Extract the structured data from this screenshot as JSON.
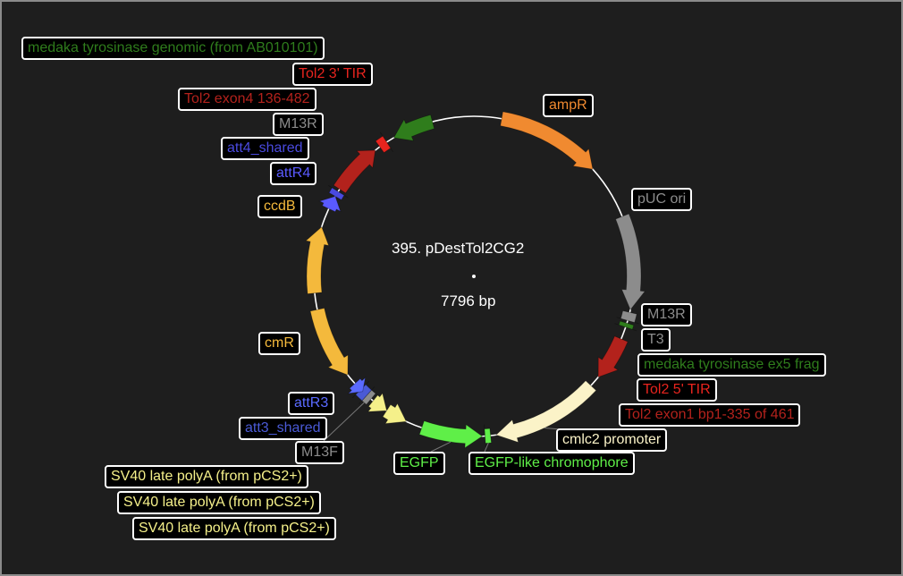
{
  "plasmid": {
    "name": "395. pDestTol2CG2",
    "size_label": "7796 bp"
  },
  "features": [
    {
      "key": "medaka-tyrosinase-genomic",
      "label": "medaka tyrosinase genomic (from AB010101)",
      "color": "#2f7d1c"
    },
    {
      "key": "tol2-3-tir",
      "label": "Tol2 3' TIR",
      "color": "#e8241e"
    },
    {
      "key": "tol2-exon4",
      "label": "Tol2 exon4 136-482",
      "color": "#b3221c"
    },
    {
      "key": "m13r-top",
      "label": "M13R",
      "color": "#8c8c8c"
    },
    {
      "key": "att4-shared",
      "label": "att4_shared",
      "color": "#4a4adf"
    },
    {
      "key": "attr4",
      "label": "attR4",
      "color": "#5a5aff"
    },
    {
      "key": "ccdb",
      "label": "ccdB",
      "color": "#f4b93c"
    },
    {
      "key": "cmr",
      "label": "cmR",
      "color": "#f4b93c"
    },
    {
      "key": "attr3",
      "label": "attR3",
      "color": "#5a6aff"
    },
    {
      "key": "att3-shared",
      "label": "att3_shared",
      "color": "#4a5ad6"
    },
    {
      "key": "m13f",
      "label": "M13F",
      "color": "#8c8c8c"
    },
    {
      "key": "sv40-1",
      "label": "SV40 late polyA (from pCS2+)",
      "color": "#f5f08a"
    },
    {
      "key": "sv40-2",
      "label": "SV40 late polyA (from pCS2+)",
      "color": "#f5f08a"
    },
    {
      "key": "sv40-3",
      "label": "SV40 late polyA (from pCS2+)",
      "color": "#f5f08a"
    },
    {
      "key": "egfp",
      "label": "EGFP",
      "color": "#5fef48"
    },
    {
      "key": "egfp-like",
      "label": "EGFP-like chromophore",
      "color": "#5fef48"
    },
    {
      "key": "cmlc2",
      "label": "cmlc2 promoter",
      "color": "#fbf3c8"
    },
    {
      "key": "tol2-exon1",
      "label": "Tol2 exon1 bp1-335 of 461",
      "color": "#b3221c"
    },
    {
      "key": "tol2-5-tir",
      "label": "Tol2 5' TIR",
      "color": "#e8241e"
    },
    {
      "key": "medaka-ex5",
      "label": "medaka tyrosinase ex5 frag",
      "color": "#2f7d1c"
    },
    {
      "key": "t3",
      "label": "T3",
      "color": "#8c8c8c"
    },
    {
      "key": "m13r-right",
      "label": "M13R",
      "color": "#8c8c8c"
    },
    {
      "key": "puc-ori",
      "label": "pUC ori",
      "color": "#8c8c8c"
    },
    {
      "key": "ampr",
      "label": "ampR",
      "color": "#f08a30"
    }
  ]
}
